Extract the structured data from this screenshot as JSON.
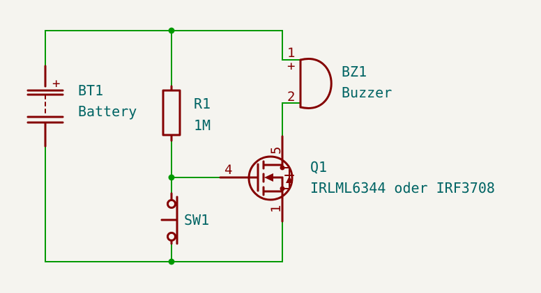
{
  "components": {
    "battery": {
      "ref": "BT1",
      "value": "Battery",
      "plus": "+"
    },
    "resistor": {
      "ref": "R1",
      "value": "1M"
    },
    "buzzer": {
      "ref": "BZ1",
      "value": "Buzzer",
      "pin1": "1",
      "pin2": "2",
      "plus": "+"
    },
    "mosfet": {
      "ref": "Q1",
      "value": "IRLML6344 oder IRF3708",
      "pin_gate": "4",
      "pin_drain": "5",
      "pin_source": "1"
    },
    "switch": {
      "ref": "SW1"
    }
  },
  "colors": {
    "wire": "#009900",
    "component": "#840000",
    "label": "#006464",
    "background": "#f5f4ef"
  }
}
